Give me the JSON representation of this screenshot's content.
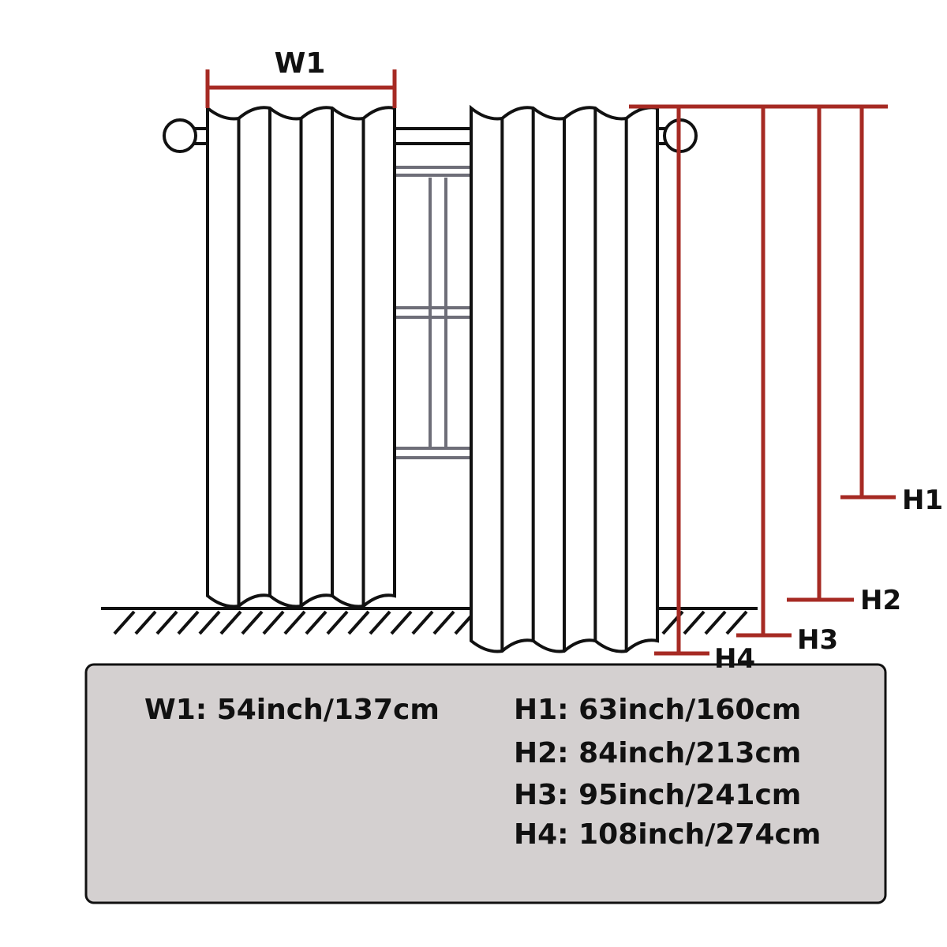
{
  "labels": {
    "w1": "W1",
    "h1": "H1",
    "h2": "H2",
    "h3": "H3",
    "h4": "H4"
  },
  "specs": {
    "w1": "W1: 54inch/137cm",
    "h1": "H1: 63inch/160cm",
    "h2": "H2: 84inch/213cm",
    "h3": "H3: 95inch/241cm",
    "h4": "H4: 108inch/274cm"
  },
  "colors": {
    "dimension": "#a62a23",
    "outline": "#111111",
    "window": "#6e6e78",
    "panel": "#d4d0d0"
  }
}
